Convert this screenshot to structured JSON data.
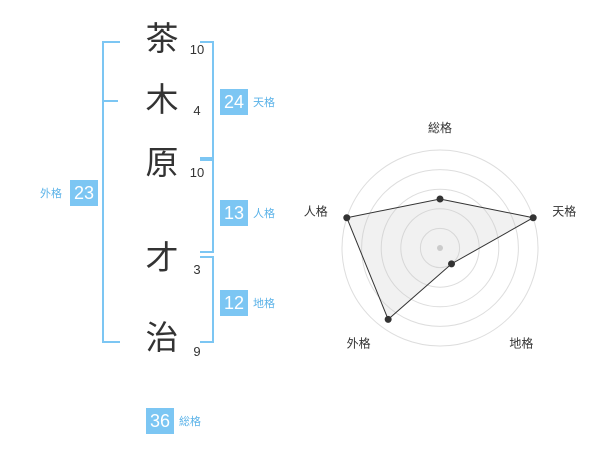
{
  "name_chars": [
    {
      "char": "茶",
      "strokes": "10"
    },
    {
      "char": "木",
      "strokes": "4"
    },
    {
      "char": "原",
      "strokes": "10"
    },
    {
      "char": "才",
      "strokes": "3"
    },
    {
      "char": "治",
      "strokes": "9"
    }
  ],
  "scores": {
    "tenkaku": {
      "value": "24",
      "label": "天格"
    },
    "jinkaku": {
      "value": "13",
      "label": "人格"
    },
    "chikaku": {
      "value": "12",
      "label": "地格"
    },
    "gaikaku": {
      "value": "23",
      "label": "外格"
    },
    "soukaku": {
      "value": "36",
      "label": "総格"
    }
  },
  "colors": {
    "accent": "#7cc6f3",
    "label": "#5ab2e8",
    "text": "#333333"
  },
  "chart_data": {
    "type": "radar",
    "categories": [
      "総格",
      "天格",
      "地格",
      "外格",
      "人格"
    ],
    "values": [
      2.5,
      5,
      1,
      4.5,
      5
    ],
    "rlim": [
      0,
      5
    ],
    "grid_rings": 5,
    "grid": true
  }
}
